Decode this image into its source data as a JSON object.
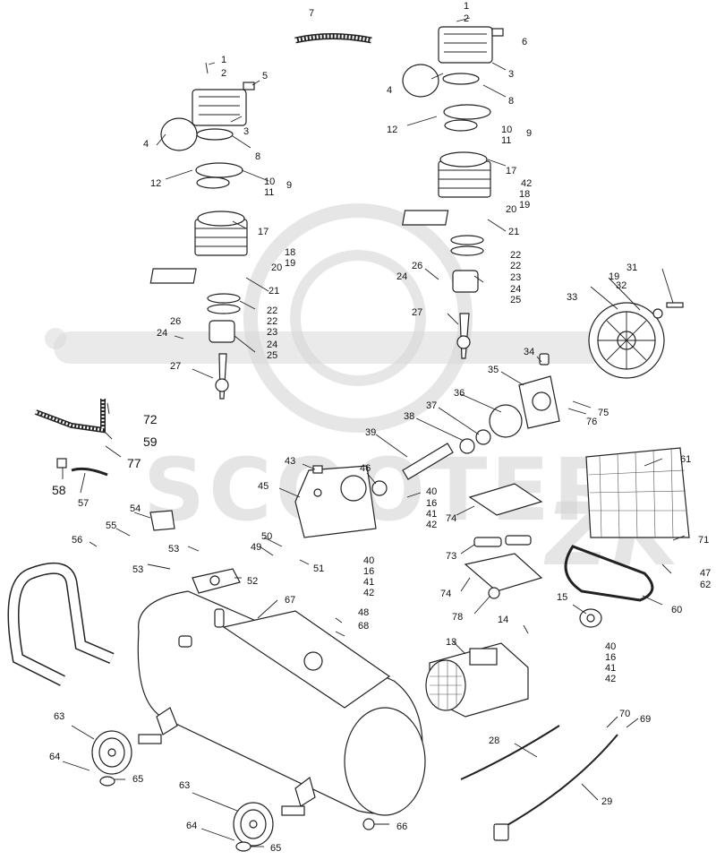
{
  "watermark": {
    "brand": "SCOOTER",
    "suffix": "ZK"
  },
  "callouts": {
    "c1": "1",
    "c2": "2",
    "c3": "3",
    "c4": "4",
    "c5": "5",
    "c6": "6",
    "c7": "7",
    "c8": "8",
    "c9": "9",
    "c10": "10",
    "c11": "11",
    "c12": "12",
    "c13": "13",
    "c14": "14",
    "c15": "15",
    "c16": "16",
    "c17": "17",
    "c18": "18",
    "c19": "19",
    "c20": "20",
    "c21": "21",
    "c22": "22",
    "c23": "23",
    "c24": "24",
    "c25": "25",
    "c26": "26",
    "c27": "27",
    "c28": "28",
    "c29": "29",
    "c31": "31",
    "c32": "32",
    "c33": "33",
    "c34": "34",
    "c35": "35",
    "c36": "36",
    "c37": "37",
    "c38": "38",
    "c39": "39",
    "c40": "40",
    "c41": "41",
    "c42": "42",
    "c43": "43",
    "c45": "45",
    "c46": "46",
    "c47": "47",
    "c48": "48",
    "c49": "49",
    "c50": "50",
    "c51": "51",
    "c52": "52",
    "c53": "53",
    "c54": "54",
    "c55": "55",
    "c56": "56",
    "c57": "57",
    "c58": "58",
    "c59": "59",
    "c60": "60",
    "c61": "61",
    "c62": "62",
    "c63": "63",
    "c64": "64",
    "c65": "65",
    "c66": "66",
    "c67": "67",
    "c68": "68",
    "c69": "69",
    "c70": "70",
    "c71": "71",
    "c72": "72",
    "c73": "73",
    "c74": "74",
    "c75": "75",
    "c76": "76",
    "c77": "77",
    "c78": "78"
  }
}
